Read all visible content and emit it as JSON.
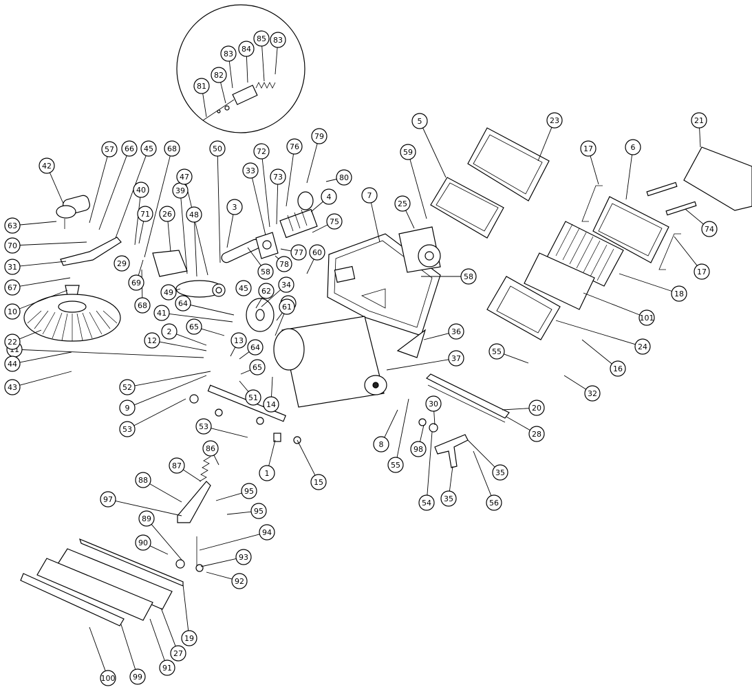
{
  "diagram": {
    "callouts": [
      "1",
      "2",
      "3",
      "4",
      "5",
      "6",
      "7",
      "8",
      "9",
      "10",
      "11",
      "12",
      "13",
      "14",
      "15",
      "16",
      "17",
      "17",
      "18",
      "19",
      "20",
      "21",
      "22",
      "23",
      "24",
      "25",
      "26",
      "27",
      "28",
      "29",
      "30",
      "31",
      "32",
      "33",
      "34",
      "35",
      "35",
      "36",
      "37",
      "38",
      "39",
      "40",
      "41",
      "42",
      "43",
      "44",
      "45",
      "45",
      "47",
      "48",
      "49",
      "50",
      "51",
      "52",
      "53",
      "53",
      "54",
      "55",
      "55",
      "56",
      "57",
      "58",
      "58",
      "59",
      "60",
      "61",
      "62",
      "63",
      "64",
      "64",
      "65",
      "65",
      "66",
      "67",
      "68",
      "68",
      "69",
      "70",
      "71",
      "72",
      "73",
      "74",
      "75",
      "76",
      "77",
      "78",
      "79",
      "80",
      "81",
      "82",
      "83",
      "83",
      "84",
      "85",
      "86",
      "87",
      "88",
      "89",
      "90",
      "91",
      "92",
      "93",
      "94",
      "95",
      "95",
      "97",
      "98",
      "99",
      "100",
      "101"
    ]
  }
}
